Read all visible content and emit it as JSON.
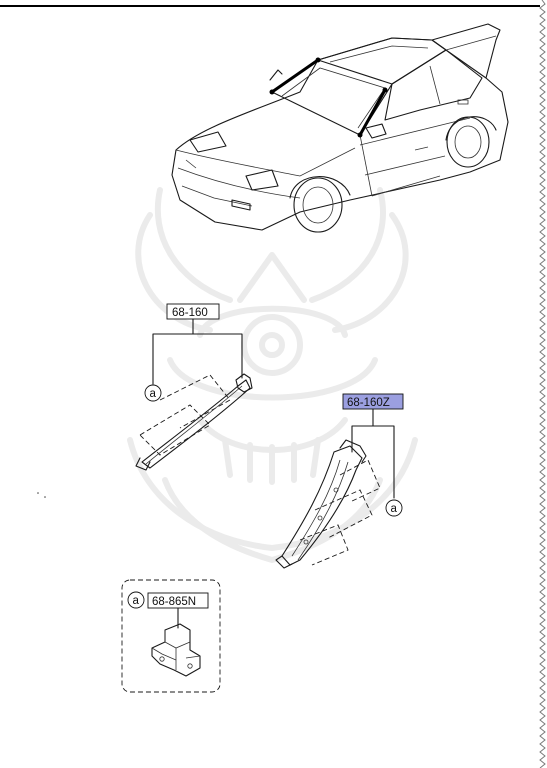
{
  "parts": {
    "part_a": "68-160",
    "part_b": "68-160Z",
    "part_c": "68-865N"
  },
  "callout_letter": "a",
  "colors": {
    "line": "#1a1a1a",
    "highlight": "#9b9fe0",
    "watermark": "#e9e9e9",
    "right_edge_pattern": "#7a7a7a"
  }
}
